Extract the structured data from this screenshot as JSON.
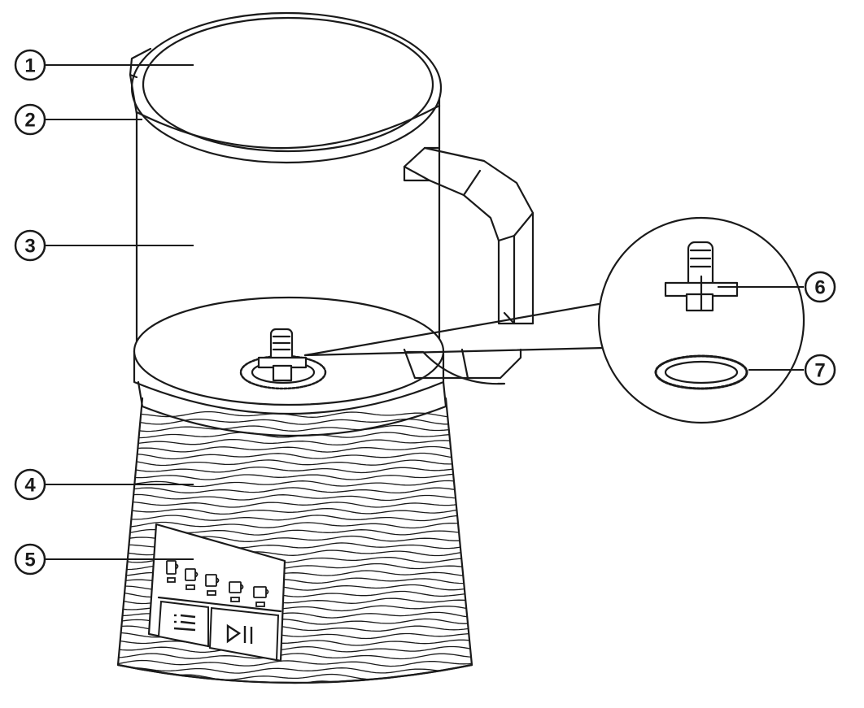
{
  "colors": {
    "line": "#1a1a1a",
    "background": "#ffffff"
  },
  "callouts": [
    {
      "number": "1"
    },
    {
      "number": "2"
    },
    {
      "number": "3"
    },
    {
      "number": "4"
    },
    {
      "number": "5"
    },
    {
      "number": "6"
    },
    {
      "number": "7"
    }
  ],
  "control_panel": {
    "indicator_icons": [
      "cup-icon",
      "cup-icon",
      "cup-icon",
      "cup-icon",
      "cup-icon"
    ],
    "buttons": [
      {
        "icon": "menu-icon"
      },
      {
        "icon": "play-pause-icon"
      }
    ]
  }
}
